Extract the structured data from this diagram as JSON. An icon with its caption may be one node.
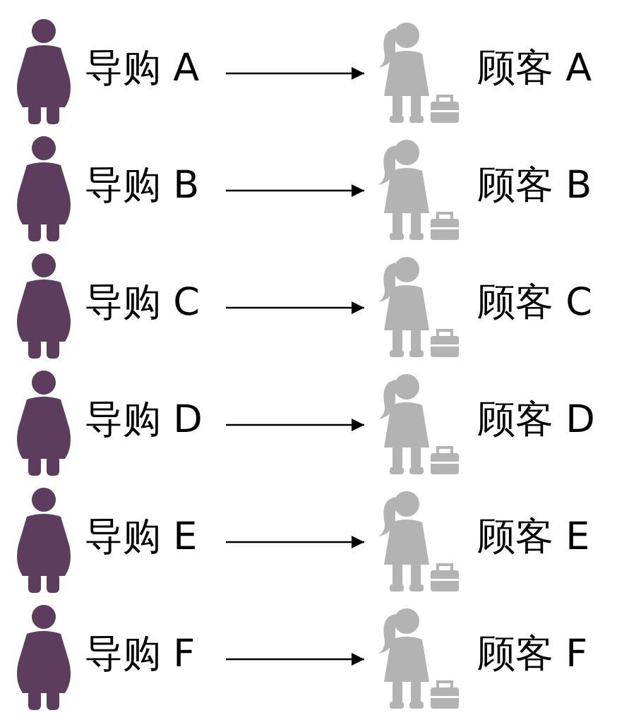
{
  "diagram": {
    "nodes": [
      {
        "text": [
          "导购 A"
        ]
      },
      {
        "text": [
          "顾客 A"
        ]
      },
      {
        "text": [
          "导购 B"
        ]
      },
      {
        "text": [
          "顾客 B"
        ]
      },
      {
        "text": [
          "导购 C"
        ]
      },
      {
        "text": [
          "顾客 C"
        ]
      },
      {
        "text": [
          "导购 D"
        ]
      },
      {
        "text": [
          "顾客 D"
        ]
      },
      {
        "text": [
          "导购 E"
        ]
      },
      {
        "text": [
          "顾客 E"
        ]
      },
      {
        "text": [
          "导购 F"
        ]
      },
      {
        "text": [
          "顾客 F"
        ]
      }
    ],
    "edges": [
      {
        "from": 0,
        "to": 1,
        "arrow": "to"
      },
      {
        "from": 2,
        "to": 3,
        "arrow": "to"
      },
      {
        "from": 4,
        "to": 5,
        "arrow": "to"
      },
      {
        "from": 6,
        "to": 7,
        "arrow": "to"
      },
      {
        "from": 8,
        "to": 9,
        "arrow": "to"
      },
      {
        "from": 10,
        "to": 11,
        "arrow": "to"
      }
    ]
  }
}
